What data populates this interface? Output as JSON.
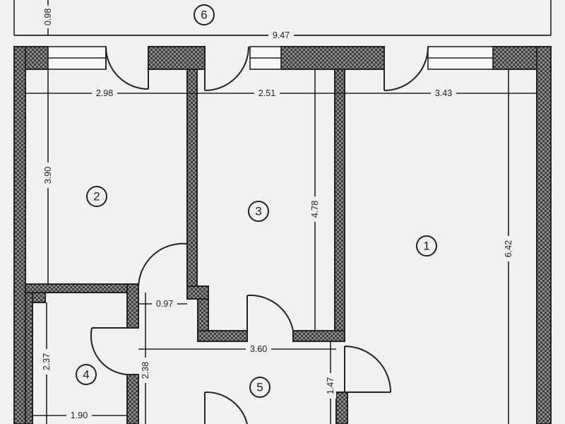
{
  "rooms": [
    {
      "number": "1"
    },
    {
      "number": "2"
    },
    {
      "number": "3"
    },
    {
      "number": "4"
    },
    {
      "number": "5"
    },
    {
      "number": "6"
    }
  ],
  "dimensions": {
    "balcony_depth": "0.98",
    "balcony_width": "9.47",
    "room2_width": "2.98",
    "room3_width": "2.51",
    "room1_width": "3.43",
    "room2_depth": "3.90",
    "room3_depth": "4.78",
    "room1_depth": "6.42",
    "hall_opening": "0.97",
    "room4_depth": "2.37",
    "hall_height": "2.38",
    "hall_width": "3.60",
    "corridor_height": "1.47",
    "room4_width": "1.90"
  }
}
